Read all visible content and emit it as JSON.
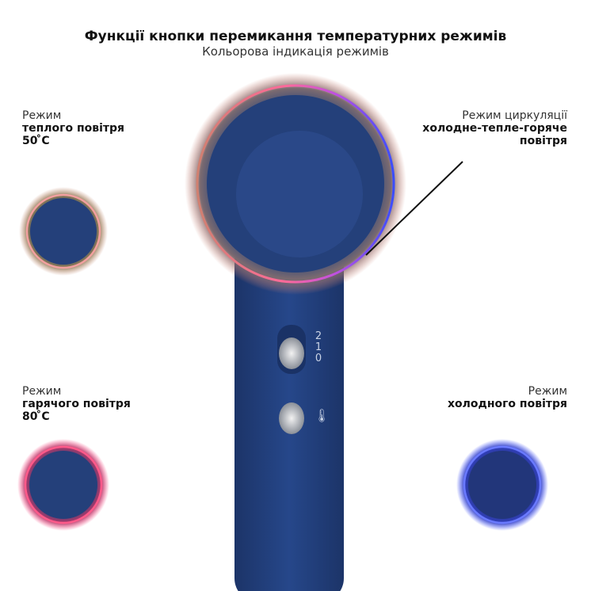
{
  "header": {
    "title": "Функції кнопки перемикання температурних режимів",
    "subtitle": "Кольорова індикація режимів"
  },
  "modes": {
    "warm": {
      "prefix": "Режим",
      "name": "теплого повітря",
      "temp": "50 ̊C"
    },
    "cycle": {
      "prefix": "Режим циркуляції",
      "name_line1": "холодне-тепле-горяче",
      "name_line2": "повітря"
    },
    "hot": {
      "prefix": "Режим",
      "name": "гарячого повітря",
      "temp": "80 ̊C"
    },
    "cold": {
      "prefix": "Режим",
      "name": "холодного повітря"
    }
  },
  "dryer": {
    "speed_marks": [
      "2",
      "1",
      "0"
    ],
    "colors": {
      "body": "#223f7a",
      "warm": "#e8806a",
      "hot": "#ff3d7a",
      "cold": "#3a4dff"
    }
  }
}
